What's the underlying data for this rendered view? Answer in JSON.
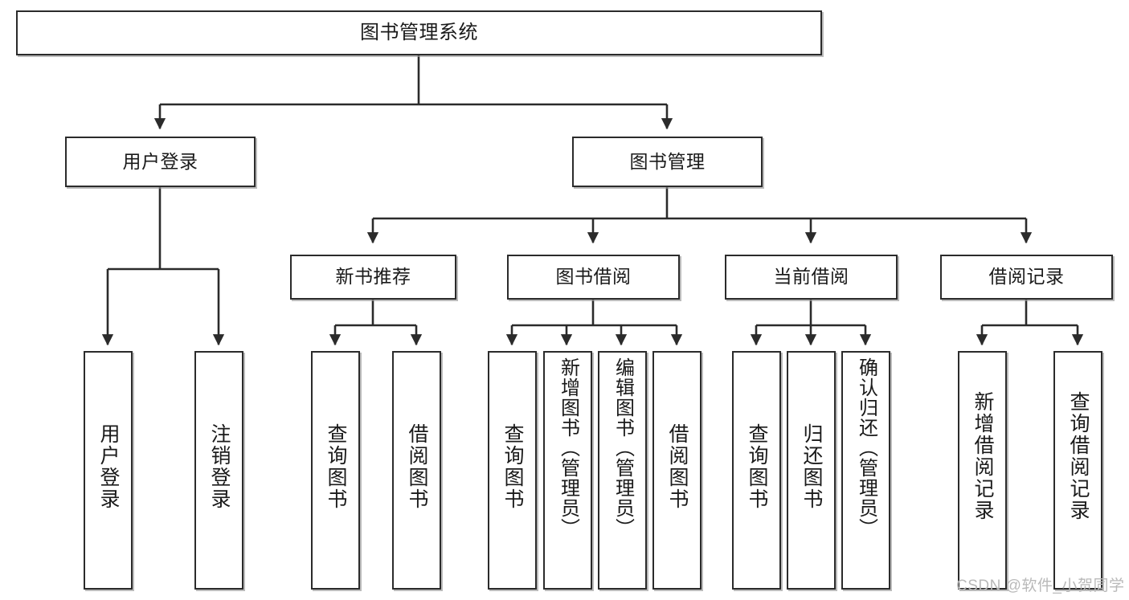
{
  "diagram": {
    "title": "图书管理系统",
    "type": "tree",
    "watermark": "CSDN @软件_小贺同学",
    "colors": {
      "stroke": "#2b2b2b",
      "fill": "#ffffff",
      "text": "#1a1a1a",
      "watermark": "#b9b9b9"
    }
  },
  "nodes": {
    "root": {
      "label": "图书管理系统"
    },
    "level2": [
      {
        "id": "user-login",
        "label": "用户登录"
      },
      {
        "id": "book-manage",
        "label": "图书管理"
      }
    ],
    "level3": [
      {
        "id": "new-book-recommend",
        "label": "新书推荐"
      },
      {
        "id": "book-borrow",
        "label": "图书借阅"
      },
      {
        "id": "current-borrow",
        "label": "当前借阅"
      },
      {
        "id": "borrow-record",
        "label": "借阅记录"
      }
    ],
    "leaves": {
      "user-login": [
        {
          "id": "leaf-user-login",
          "label": "用户登录"
        },
        {
          "id": "leaf-logout-login",
          "label": "注销登录"
        }
      ],
      "new-book-recommend": [
        {
          "id": "leaf-query-book-1",
          "label": "查询图书"
        },
        {
          "id": "leaf-borrow-book-1",
          "label": "借阅图书"
        }
      ],
      "book-borrow": [
        {
          "id": "leaf-query-book-2",
          "label": "查询图书"
        },
        {
          "id": "leaf-add-book-admin",
          "label": "新增图书（管理员）"
        },
        {
          "id": "leaf-edit-book-admin",
          "label": "编辑图书（管理员）"
        },
        {
          "id": "leaf-borrow-book-2",
          "label": "借阅图书"
        }
      ],
      "current-borrow": [
        {
          "id": "leaf-query-book-3",
          "label": "查询图书"
        },
        {
          "id": "leaf-return-book",
          "label": "归还图书"
        },
        {
          "id": "leaf-confirm-return-admin",
          "label": "确认归还（管理员）"
        }
      ],
      "borrow-record": [
        {
          "id": "leaf-add-borrow-record",
          "label": "新增借阅记录"
        },
        {
          "id": "leaf-query-borrow-record",
          "label": "查询借阅记录"
        }
      ]
    }
  }
}
